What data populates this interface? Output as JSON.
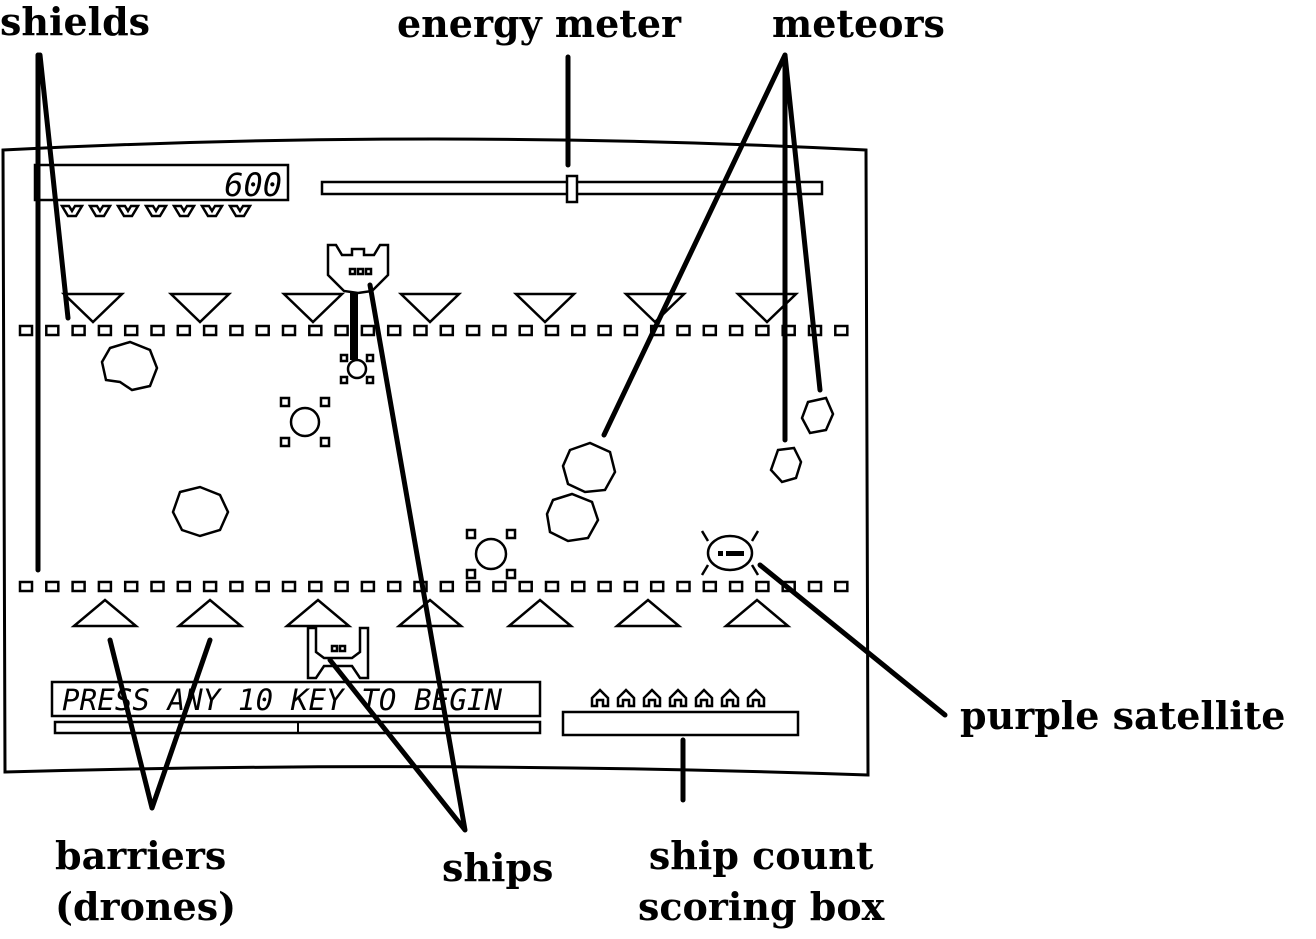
{
  "labels": {
    "shields": "shields",
    "energy_meter": "energy meter",
    "meteors": "meteors",
    "purple_satellite": "purple satellite",
    "barriers_line1": "barriers",
    "barriers_line2": "(drones)",
    "ships": "ships",
    "ship_count_line1": "ship count",
    "ship_count_line2": "scoring box"
  },
  "game": {
    "score": "600",
    "message": "PRESS ANY 10 KEY TO BEGIN",
    "energy_level": 0.5,
    "shield_icons_remaining": 7,
    "ship_icons_remaining": 7
  }
}
